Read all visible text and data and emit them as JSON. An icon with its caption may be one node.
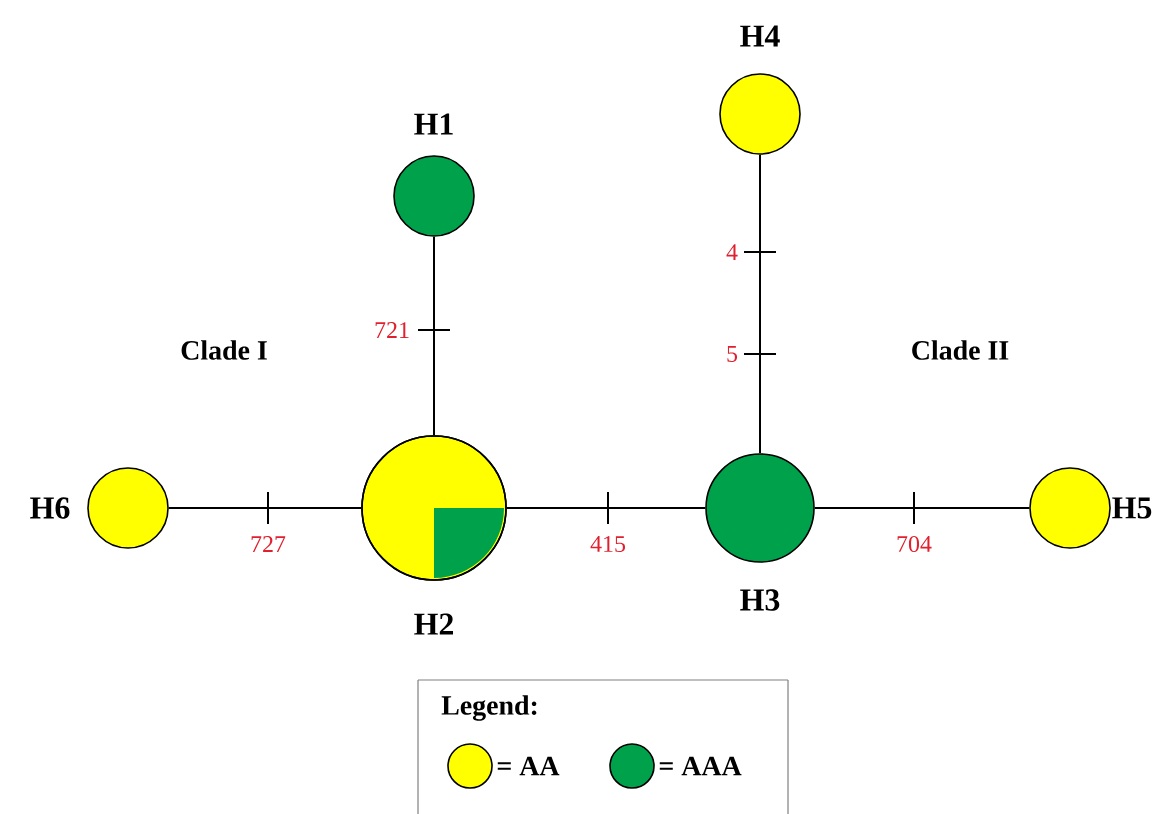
{
  "diagram": {
    "nodes": [
      {
        "text": [
          "H1"
        ]
      },
      {
        "text": [
          "H2"
        ]
      },
      {
        "text": [
          "H3"
        ]
      },
      {
        "text": [
          "H4"
        ]
      },
      {
        "text": [
          "H5"
        ]
      },
      {
        "text": [
          "H6"
        ]
      }
    ],
    "edges": [
      {
        "from": 0,
        "to": 1,
        "arrow": "none",
        "label": "721"
      },
      {
        "from": 5,
        "to": 1,
        "arrow": "none",
        "label": "727"
      },
      {
        "from": 1,
        "to": 2,
        "arrow": "none",
        "label": "415"
      },
      {
        "from": 2,
        "to": 3,
        "arrow": "none"
      },
      {
        "from": 2,
        "to": 4,
        "arrow": "none",
        "label": "704"
      }
    ],
    "labels": [
      "4",
      "Clade I",
      "5",
      "Clade II",
      "Legend:"
    ],
    "legend": [
      {
        "text": "= AA",
        "color": "#ffff00"
      },
      {
        "text": "= AAA",
        "color": "#00a14b"
      }
    ]
  }
}
